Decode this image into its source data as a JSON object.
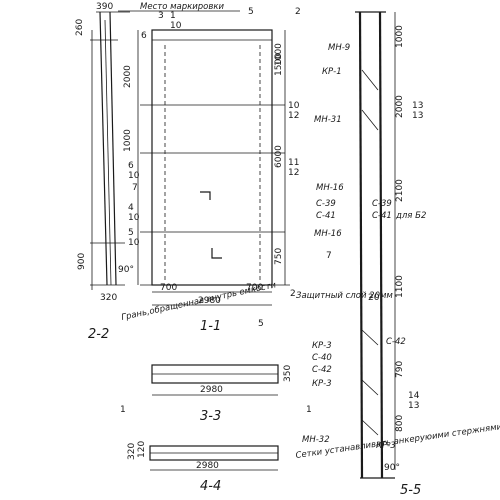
{
  "marking_place": "Место маркировки",
  "section_titles": {
    "s11": "1-1",
    "s22": "2-2",
    "s33": "3-3",
    "s44": "4-4",
    "s55": "5-5"
  },
  "notes": {
    "edge_label": "Грань,обращенная внутрь емкости",
    "protective_layer": "Защитный слой 20мм",
    "for_b2": "для Б2",
    "grid_install": "Сетки устанавливать анкеруюими стержнями к нижнему торцу панели"
  },
  "dims_section11": {
    "h2000": "2000",
    "h1500": "1500",
    "h1000a": "1000",
    "h6000": "6000",
    "h1000b": "1000",
    "h750": "750",
    "h900": "900",
    "w700a": "700",
    "w700b": "700",
    "w2980": "2980"
  },
  "dims_section22": {
    "d390": "390",
    "d260": "260",
    "d320": "320",
    "a90": "90°"
  },
  "dims_section55": {
    "h1000": "1000",
    "h2000": "2000",
    "h2100": "2100",
    "h20": "20",
    "h1100": "1100",
    "h790": "790",
    "h800": "800",
    "a90": "90°"
  },
  "dims_bottom": {
    "w2980a": "2980",
    "h350": "350",
    "w2980b": "2980",
    "h320": "320",
    "h120": "120"
  },
  "marks": {
    "mn9": "МН-9",
    "kr1": "КР-1",
    "mn31": "МН-31",
    "mn16a": "МН-16",
    "c39a": "С-39",
    "c41a": "С-41",
    "c39b": "С-39",
    "c41b": "С-41",
    "mn16b": "МН-16",
    "kr3a": "КР-3",
    "c40": "С-40",
    "c42a": "С-42",
    "c42b": "С-42",
    "kr3b": "КР-3",
    "mn32": "МН-32",
    "kr3c": "КР-3"
  },
  "callouts": {
    "c1": "1",
    "c1b": "10",
    "c2": "2",
    "c3": "3",
    "c6": "6",
    "c5": "5",
    "c10a": "10",
    "c12a": "12",
    "c6b": "6",
    "c10b": "10",
    "c11": "11",
    "c12b": "12",
    "c7": "7",
    "c4": "4",
    "c10c": "10",
    "c5b": "5",
    "c10d": "10",
    "c13": "13",
    "c13b": "13",
    "c14": "14",
    "c13c": "13",
    "c7b": "7",
    "c2b": "2",
    "c5c": "5",
    "c1c": "1",
    "c1d": "1"
  }
}
